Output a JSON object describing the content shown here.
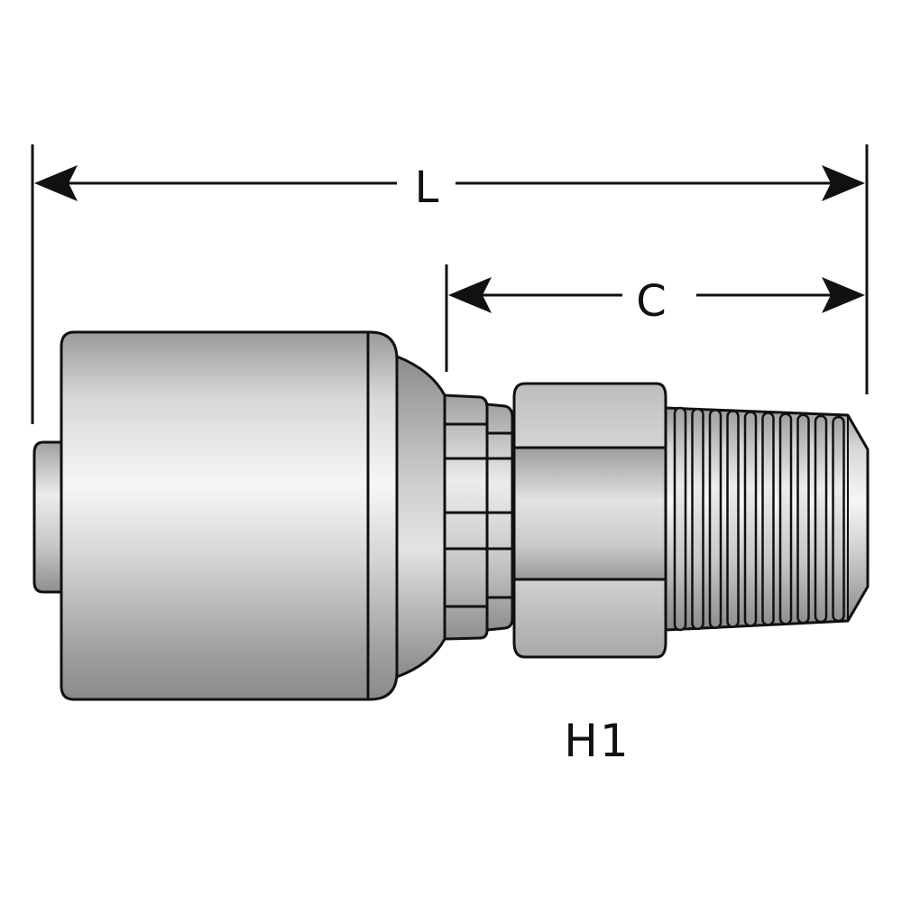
{
  "dimensions": {
    "overall_length_label": "L",
    "cutoff_length_label": "C"
  },
  "part": {
    "label": "H1"
  },
  "colors": {
    "outline": "#111111",
    "metal_dark": "#8e8e8e",
    "metal_mid": "#c4c4c4",
    "metal_light": "#f4f4f4",
    "background": "#ffffff"
  }
}
